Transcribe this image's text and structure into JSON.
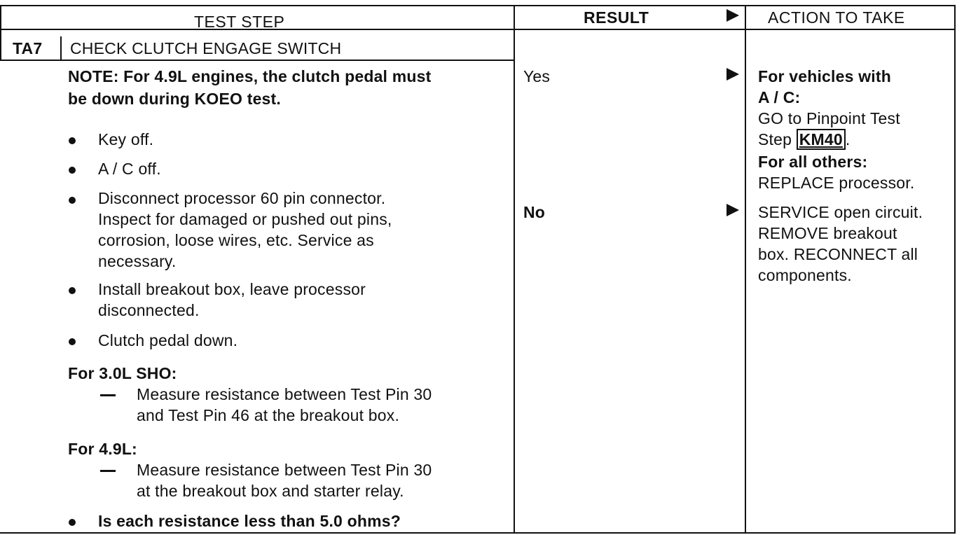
{
  "headers": {
    "test_step": "TEST STEP",
    "result": "RESULT",
    "action": "ACTION TO TAKE"
  },
  "step": {
    "id": "TA7",
    "title": "CHECK CLUTCH ENGAGE SWITCH"
  },
  "note": {
    "line1": "NOTE: For 4.9L engines, the clutch pedal must",
    "line2": "be down during KOEO test."
  },
  "bullets": [
    {
      "lines": [
        "Key off."
      ]
    },
    {
      "lines": [
        "A / C off."
      ]
    },
    {
      "lines": [
        "Disconnect processor 60 pin connector.",
        "Inspect for damaged or pushed out pins,",
        "corrosion, loose wires, etc. Service as",
        "necessary."
      ]
    },
    {
      "lines": [
        "Install breakout box, leave processor",
        "disconnected."
      ]
    },
    {
      "lines": [
        "Clutch pedal down."
      ]
    }
  ],
  "sho": {
    "heading": "For 3.0L SHO:",
    "lines": [
      "Measure resistance between Test Pin 30",
      "and Test Pin 46 at the breakout box."
    ]
  },
  "l49": {
    "heading": "For 4.9L:",
    "lines": [
      "Measure resistance between Test Pin 30",
      "at the breakout box and starter relay."
    ]
  },
  "question": "Is each resistance less than 5.0 ohms?",
  "results": {
    "yes": "Yes",
    "no": "No"
  },
  "actions": {
    "yes": {
      "line1": "For vehicles with",
      "line2": "A / C:",
      "line3": "GO to Pinpoint Test",
      "line4_prefix": "Step ",
      "link": "KM40",
      "line4_suffix": ".",
      "line5": "For all others:",
      "line6": "REPLACE processor."
    },
    "no": {
      "lines": [
        "SERVICE open circuit.",
        "REMOVE breakout",
        "box. RECONNECT all",
        "components."
      ]
    }
  }
}
